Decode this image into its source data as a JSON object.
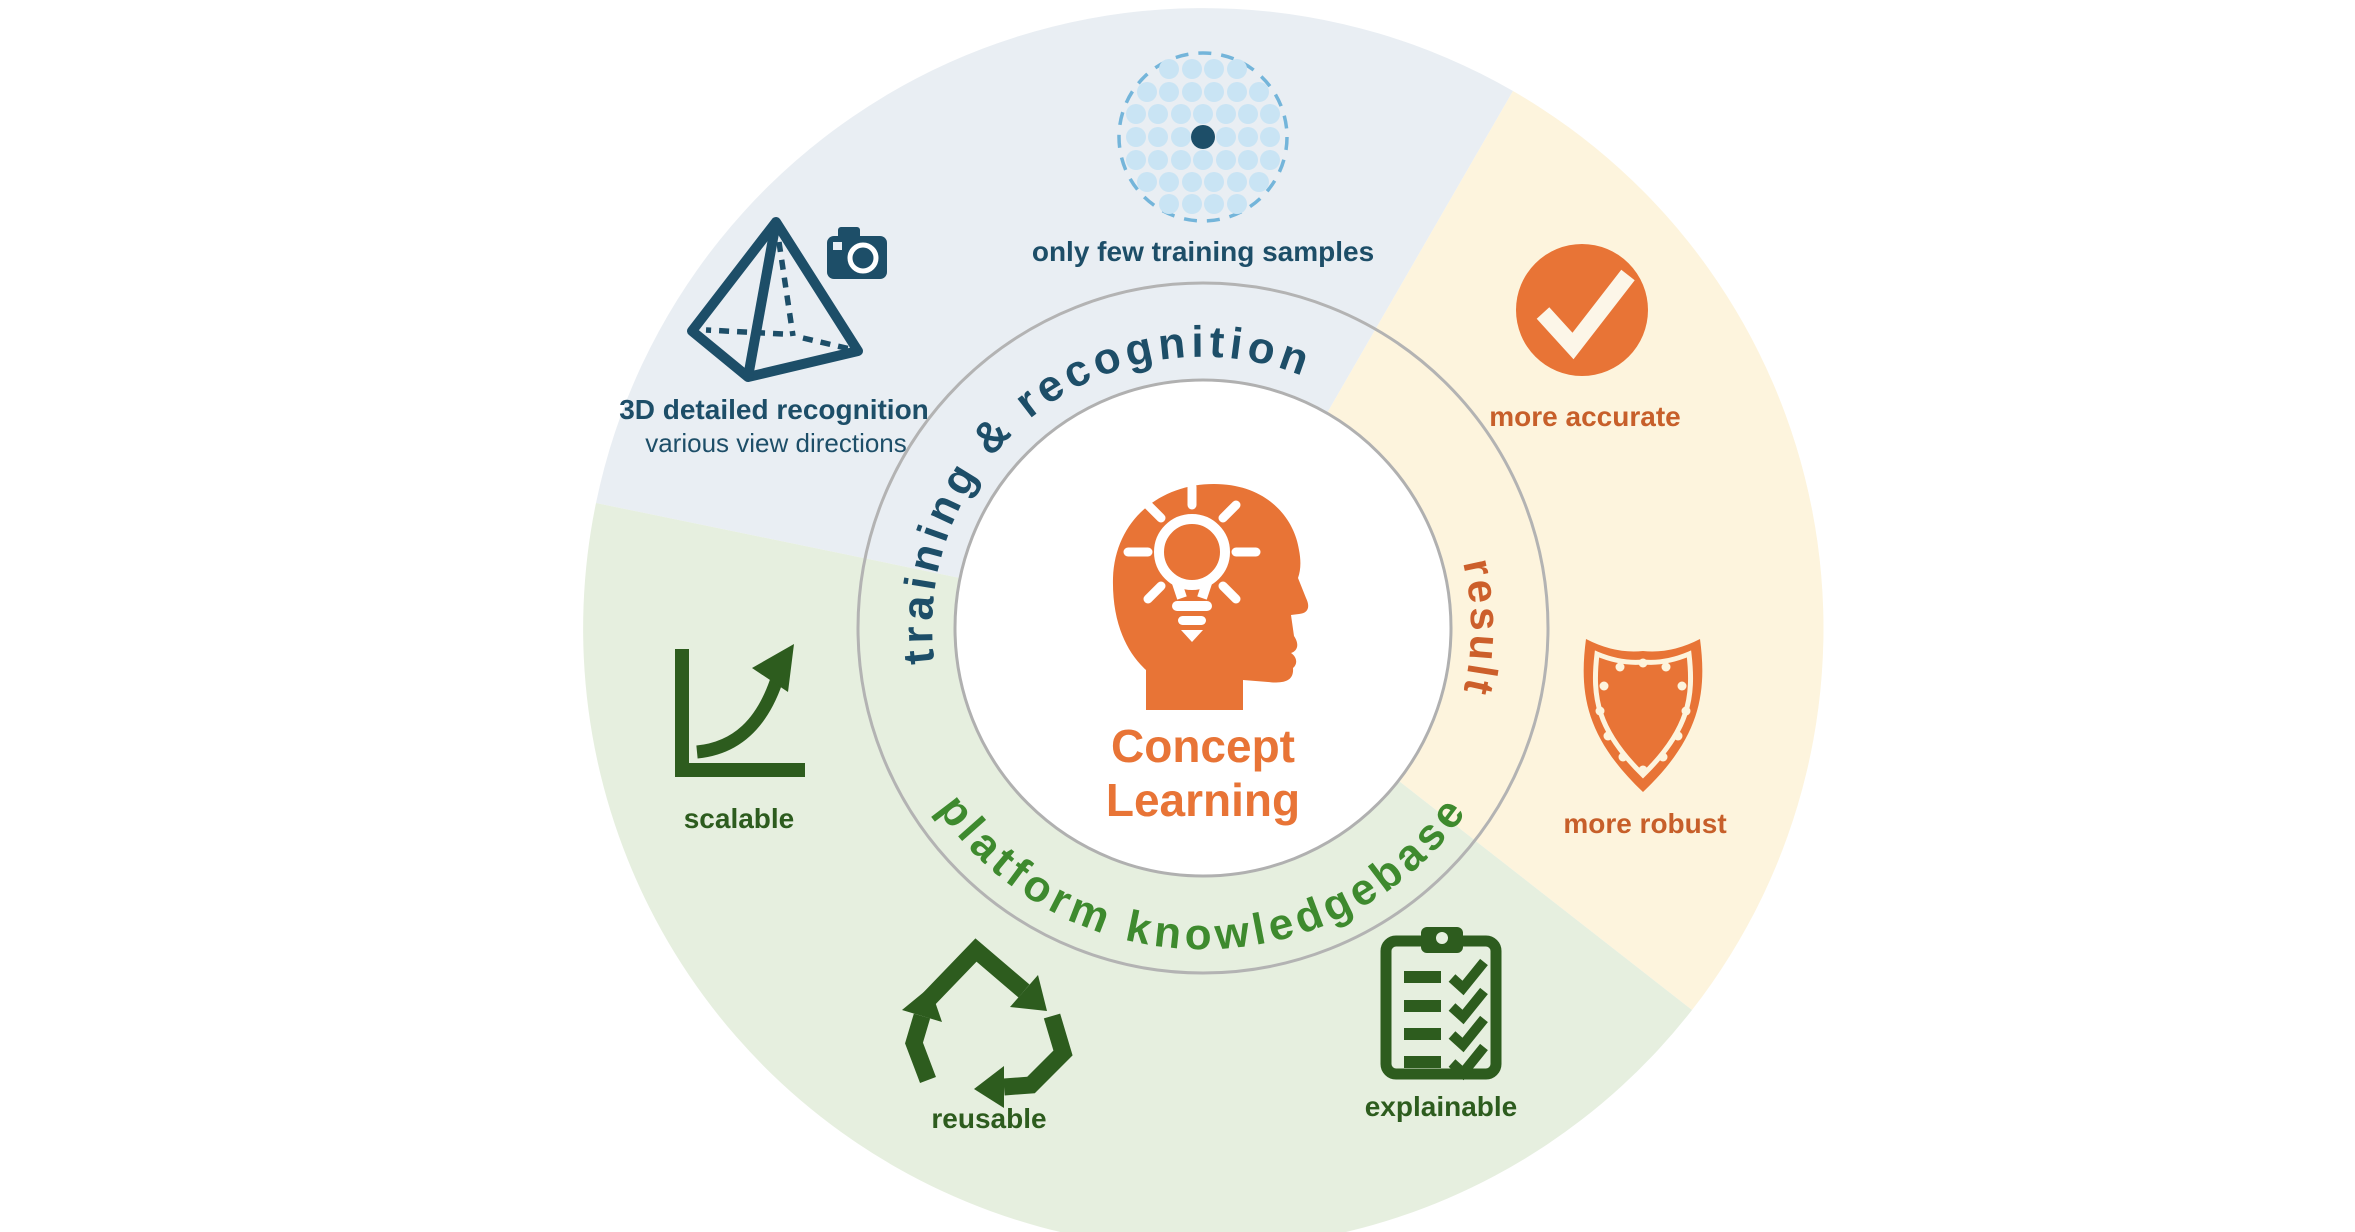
{
  "diagram_title": "Concept Learning",
  "center": {
    "icon": "head-lightbulb-icon",
    "line1": "Concept",
    "line2": "Learning"
  },
  "arcs": {
    "training": "training & recognition",
    "platform": "platform knowledgebase",
    "result": "result"
  },
  "labels": {
    "few_samples": "only few training samples",
    "recognition_title": "3D detailed recognition",
    "recognition_sub": "various view directions",
    "accurate": "more accurate",
    "robust": "more robust",
    "scalable": "scalable",
    "reusable": "reusable",
    "explainable": "explainable"
  },
  "icons": {
    "few_samples": "dotted-samples-icon",
    "recognition": "pyramid-3d-icon",
    "camera": "camera-icon",
    "accurate": "check-circle-icon",
    "robust": "shield-icon",
    "scalable": "growth-chart-icon",
    "reusable": "recycle-icon",
    "explainable": "clipboard-checklist-icon"
  },
  "colors": {
    "navy": "#1d4e68",
    "orange": "#e87436",
    "dark_orange": "#c75f2a",
    "dark_green": "#2d5c1e",
    "medium_green": "#3e8a2e",
    "sector_training_bg": "#e9eef3",
    "sector_result_bg": "#fdf4dd",
    "sector_platform_bg": "#e6efdf",
    "ring_stroke": "#b3b3b3",
    "sample_dot_light": "#c9e4f4",
    "sample_dash_blue": "#74b5da",
    "check_cream": "#fcf6e8"
  }
}
